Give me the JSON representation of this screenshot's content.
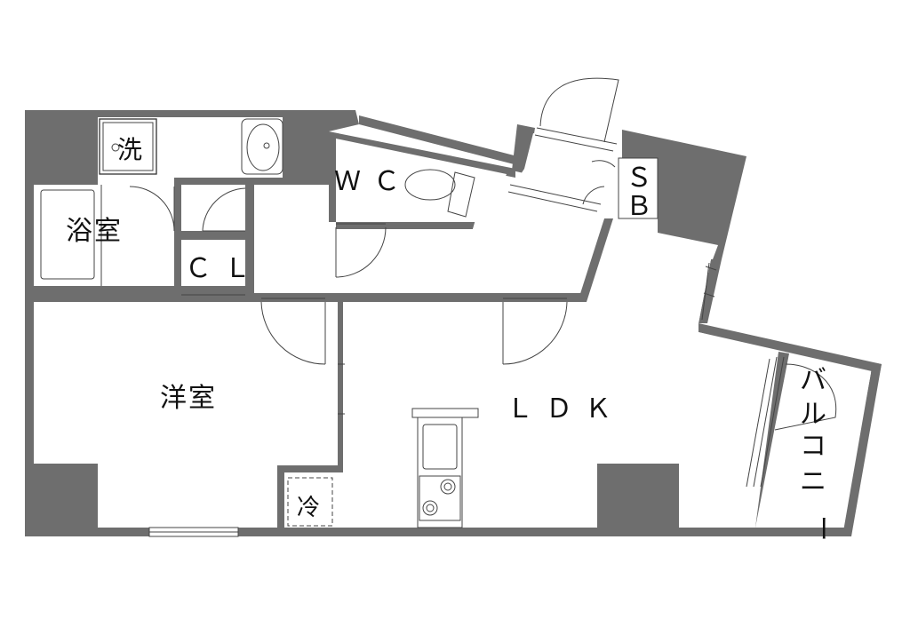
{
  "rooms": {
    "wash": "洗",
    "bath": "浴室",
    "wc": "ＷＣ",
    "sb_top": "Ｓ",
    "sb_bottom": "Ｂ",
    "cl": "ＣＬ",
    "western": "洋室",
    "ldk": "ＬＤＫ",
    "fridge": "冷",
    "balcony": [
      "バ",
      "ル",
      "コ",
      "ニ",
      "ー"
    ]
  },
  "colors": {
    "wall": "#6e6e6e",
    "background": "#ffffff",
    "line": "#333333"
  },
  "icons": [
    "washer-drain-icon",
    "sink-icon",
    "toilet-icon",
    "bathtub-icon",
    "stove-burner-icon",
    "door-swing-icon",
    "window-icon"
  ]
}
